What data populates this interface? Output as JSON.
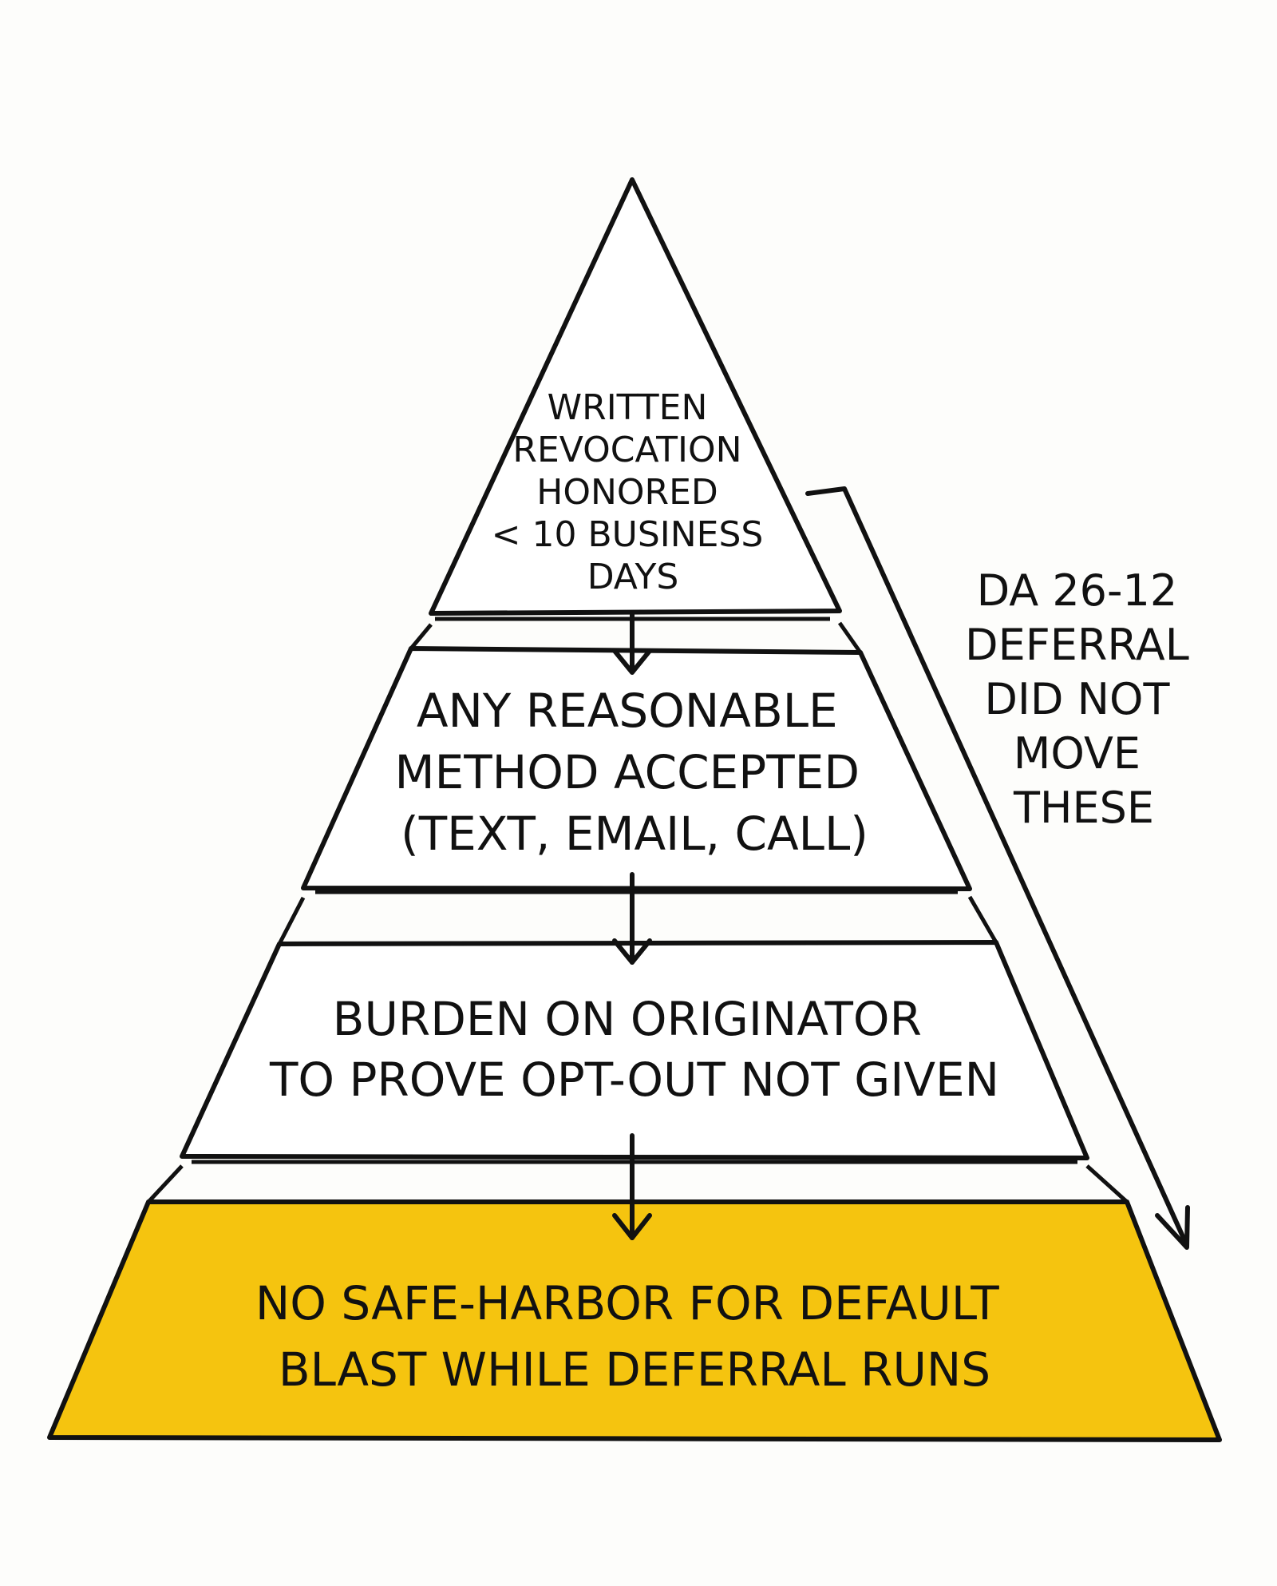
{
  "diagram": {
    "type": "pyramid",
    "tiers": [
      {
        "id": "tier-1",
        "lines": [
          "WRITTEN",
          "REVOCATION",
          "HONORED",
          "< 10 BUSINESS",
          "DAYS"
        ]
      },
      {
        "id": "tier-2",
        "lines": [
          "ANY REASONABLE",
          "METHOD ACCEPTED",
          "(TEXT, EMAIL, CALL)"
        ]
      },
      {
        "id": "tier-3",
        "lines": [
          "BURDEN ON ORIGINATOR",
          "TO PROVE OPT-OUT NOT GIVEN"
        ]
      },
      {
        "id": "tier-4",
        "lines": [
          "NO SAFE-HARBOR FOR DEFAULT",
          "BLAST WHILE DEFERRAL RUNS"
        ],
        "highlight": true
      }
    ],
    "side_note": {
      "lines": [
        "DA 26-12",
        "DEFERRAL",
        "DID NOT",
        "MOVE",
        "THESE"
      ]
    },
    "colors": {
      "outline": "#111111",
      "highlight_fill": "#f5c40f",
      "background": "#fdfdfb",
      "tier_fill": "#ffffff"
    }
  }
}
